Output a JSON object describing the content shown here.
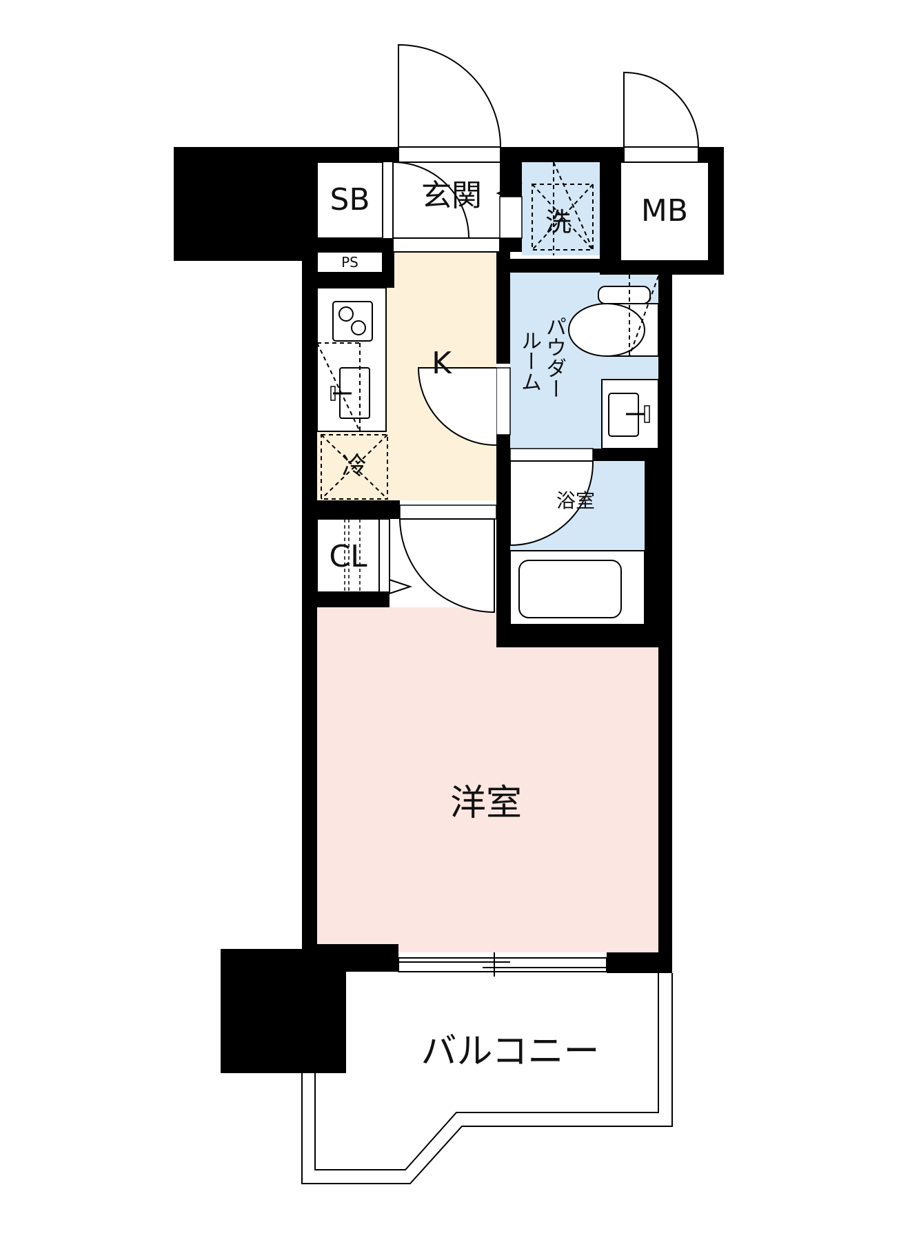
{
  "floor_plan": {
    "rooms": {
      "shoe_box": "SB",
      "entrance": "玄関",
      "washer": "洗",
      "meter_box": "MB",
      "pipe_space": "PS",
      "kitchen": "K",
      "refrigerator": "冷",
      "powder_room_line1": "パウダー",
      "powder_room_line2": "ルーム",
      "bathroom": "浴室",
      "closet": "CL",
      "western_room": "洋室",
      "balcony": "バルコニー"
    },
    "colors": {
      "wall": "#000000",
      "kitchen_floor": "#fdf1d9",
      "wet_area": "#d4e7f6",
      "western_room": "#fce6e1",
      "plain": "#ffffff"
    }
  }
}
